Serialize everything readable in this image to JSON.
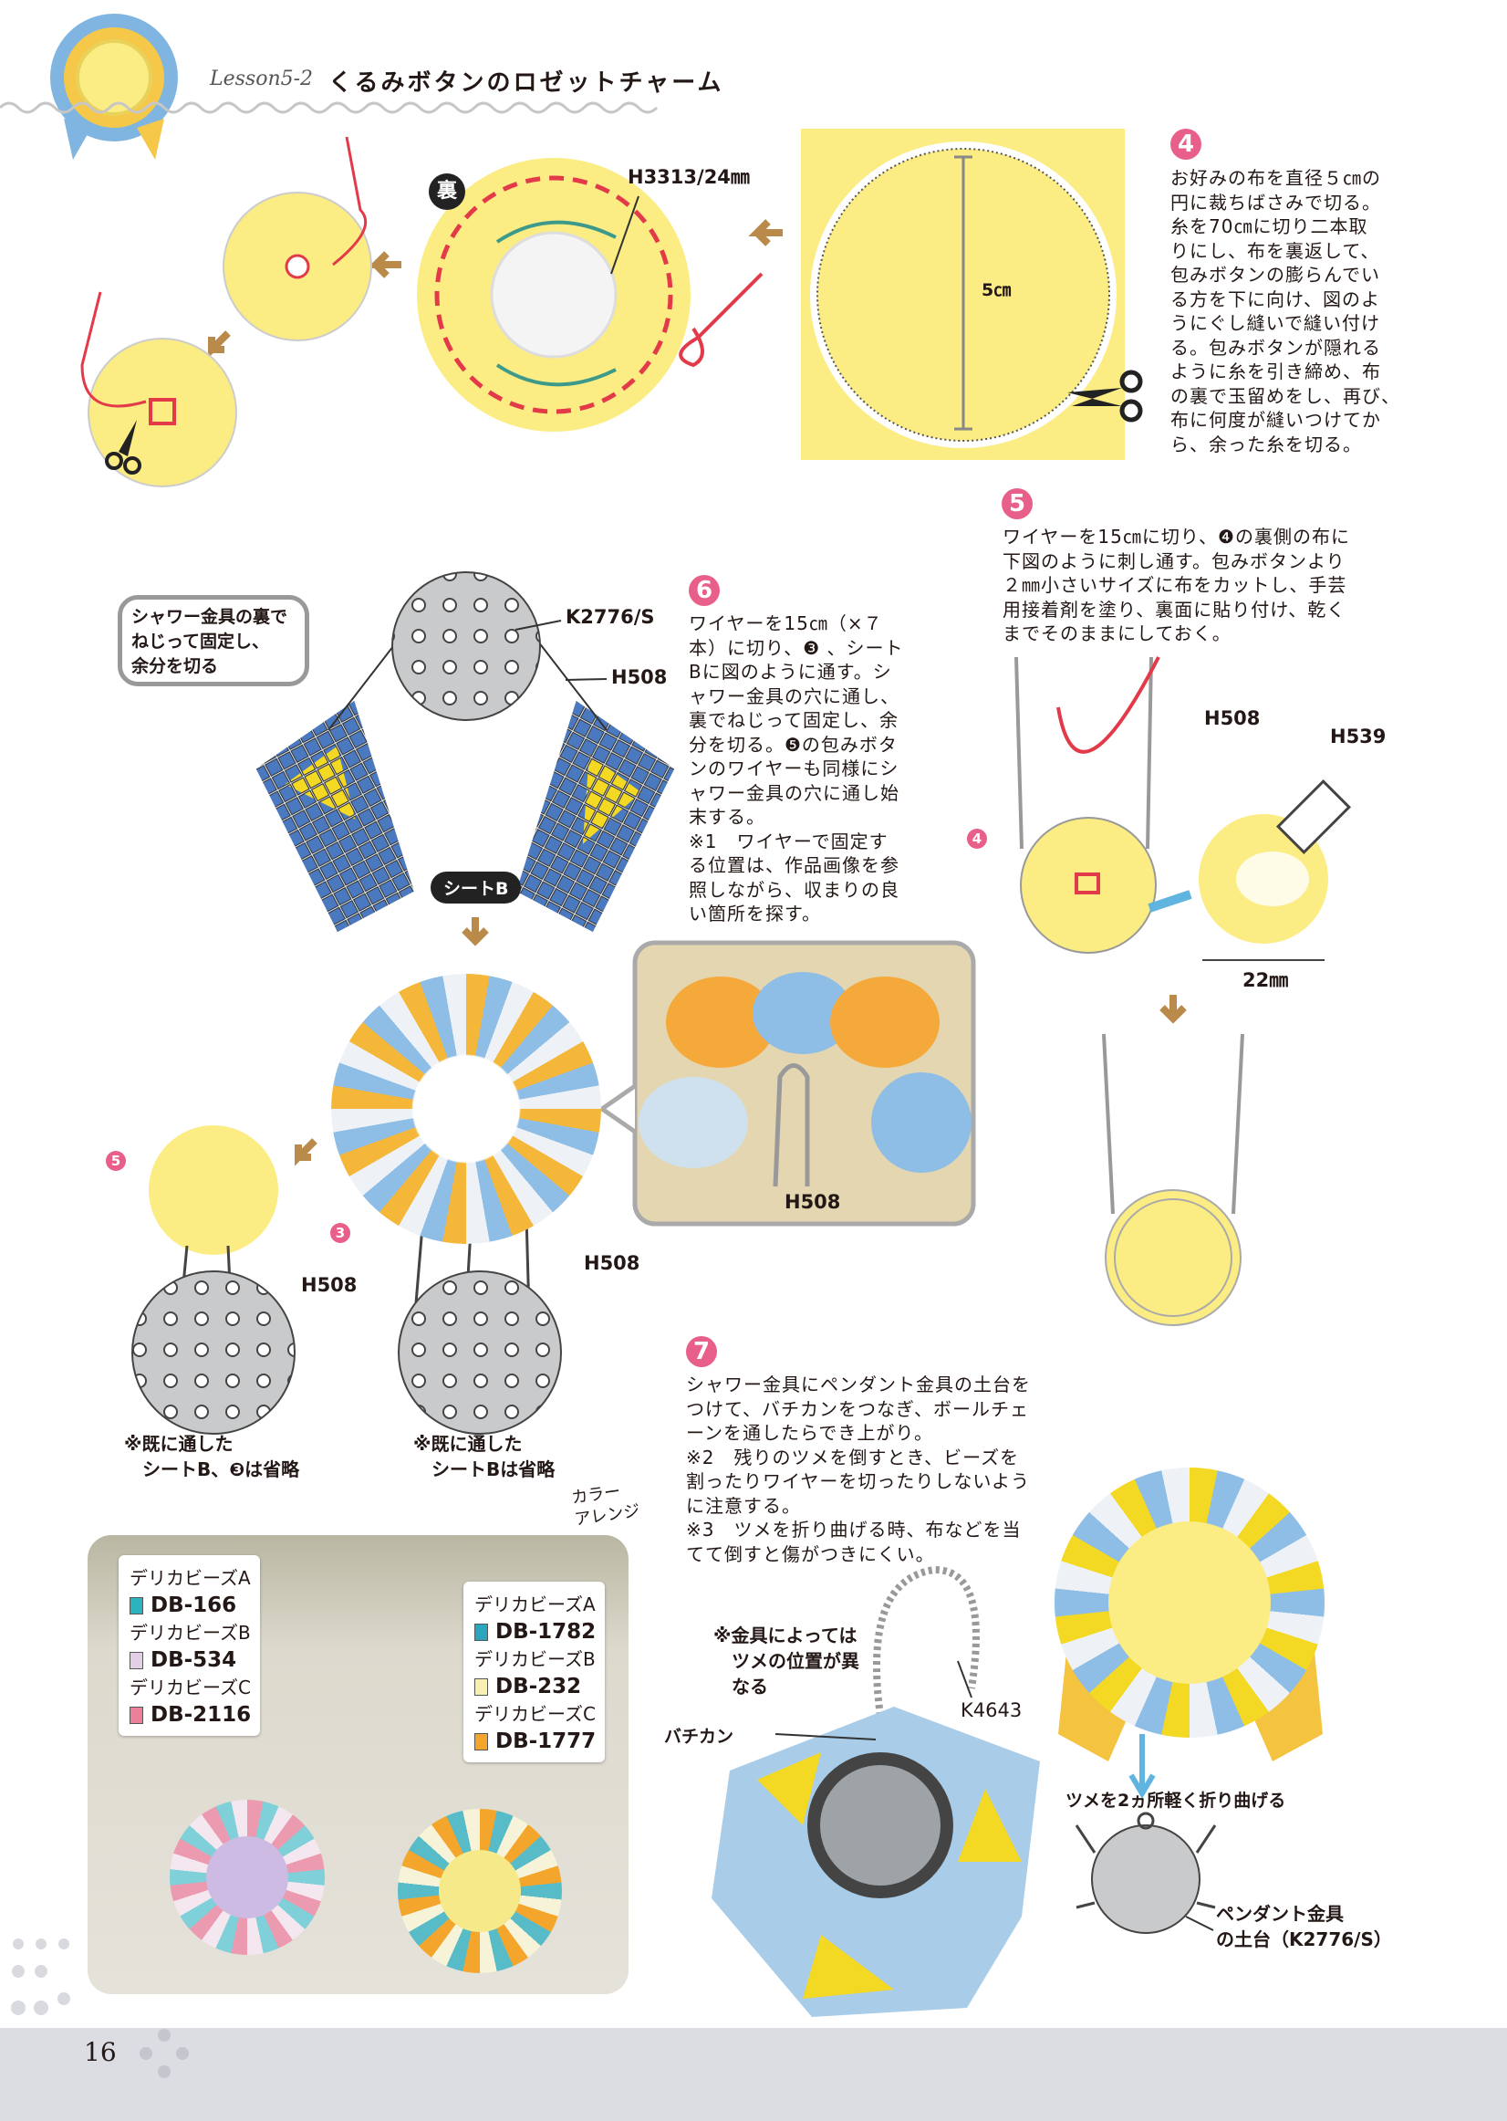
{
  "header": {
    "lesson": "Lesson5-2",
    "title": "くるみボタンのロゼットチャーム"
  },
  "step4": {
    "num": "4",
    "text": "お好みの布を直径５㎝の\n円に裁ちばさみで切る。\n糸を70㎝に切り二本取\nりにし、布を裏返して、\n包みボタンの膨らんでい\nる方を下に向け、図のよ\nうにぐし縫いで縫い付け\nる。包みボタンが隠れる\nように糸を引き締め、布\nの裏で玉留めをし、再び、\n布に何度が縫いつけてか\nら、余った糸を切る。",
    "diameter_label": "5㎝",
    "back_badge": "裏",
    "thread_label": "H3313/24㎜"
  },
  "step5": {
    "num": "5",
    "text": "ワイヤーを15㎝に切り、❹の裏側の布に\n下図のように刺し通す。包みボタンより\n２㎜小さいサイズに布をカットし、手芸\n用接着剤を塗り、裏面に貼り付け、乾く\nまでそのままにしておく。",
    "wire_label": "H508",
    "glue_label": "H539",
    "size_label": "22㎜",
    "ref_badge": "4"
  },
  "step6": {
    "num": "6",
    "text": "ワイヤーを15㎝（×７\n本）に切り、❸ 、シート\nBに図のように通す。シ\nャワー金具の穴に通し、\n裏でねじって固定し、余\n分を切る。❺の包みボタ\nンのワイヤーも同様にシ\nャワー金具の穴に通し始\n末する。\n※1　ワイヤーで固定す\nる位置は、作品画像を参\n照しながら、収まりの良\nい箇所を探す。",
    "bubble": "シャワー金具の裏で\nねじって固定し、\n余分を切る",
    "shower_label": "K2776/S",
    "wire_label": "H508",
    "sheet_label": "シートB",
    "zoom_wire_label": "H508",
    "left_badge5": "5",
    "left_badge3": "3",
    "left_wire_label": "H508",
    "right_wire_label": "H508",
    "note_left": "※既に通した\n　シートB、❸は省略",
    "note_right": "※既に通した\n　シートBは省略"
  },
  "step7": {
    "num": "7",
    "text": "シャワー金具にペンダント金具の土台を\nつけて、バチカンをつなぎ、ボールチェ\nーンを通したらでき上がり。\n※2　残りのツメを倒すとき、ビーズを\n割ったりワイヤーを切ったりしないよう\nに注意する。\n※3　ツメを折り曲げる時、布などを当\nてて倒すと傷がつきにくい。",
    "caution": "※金具によっては\n　ツメの位置が異\n　なる",
    "chain_label": "K4643",
    "bail_label": "バチカン",
    "fold_label": "ツメを2ヵ所軽く折り曲げる",
    "base_label": "ペンダント金具\nの土台（K2776/S）"
  },
  "color_arrange": {
    "label": "カラー\nアレンジ",
    "left": [
      {
        "name": "デリカビーズA",
        "code": "DB-166",
        "color": "#2bb3c0"
      },
      {
        "name": "デリカビーズB",
        "code": "DB-534",
        "color": "#e3cfe6"
      },
      {
        "name": "デリカビーズC",
        "code": "DB-2116",
        "color": "#ec7f99"
      }
    ],
    "right": [
      {
        "name": "デリカビーズA",
        "code": "DB-1782",
        "color": "#2aa6bf"
      },
      {
        "name": "デリカビーズB",
        "code": "DB-232",
        "color": "#f8f0b0"
      },
      {
        "name": "デリカビーズC",
        "code": "DB-1777",
        "color": "#f3a52c"
      }
    ]
  },
  "footer": {
    "page": "16"
  },
  "colors": {
    "yellow": "#fbec84",
    "pink": "#e85f8a",
    "gray": "#c9cacc",
    "blue": "#4a79c0",
    "footer": "#dcdde3"
  }
}
